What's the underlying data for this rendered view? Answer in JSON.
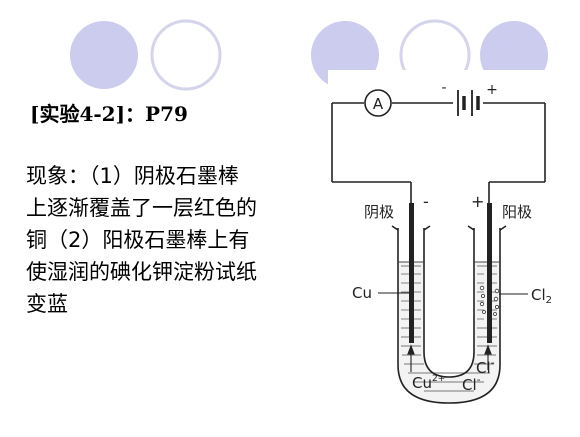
{
  "slide": {
    "heading": "[实验4-2]：P79",
    "observation": "现象：（1）阴极石墨棒\n上逐渐覆盖了一层红色的\n铜（2）阳极石墨棒上有\n使湿润的碘化钾淀粉试纸\n变蓝"
  },
  "diagram": {
    "ammeter": "A",
    "battery_minus": "-",
    "battery_plus": "+",
    "cathode_label": "阴极",
    "cathode_sign": "-",
    "anode_label": "阳极",
    "anode_sign": "+",
    "copper_label": "Cu",
    "chlorine_label": "Cl",
    "chlorine_subscript": "2",
    "copper_ion": "Cu",
    "copper_ion_charge": "2+",
    "chloride_ion_1": "Cl",
    "chloride_ion_2": "Cl",
    "chloride_charge": "-"
  },
  "colors": {
    "circle_fill": "#ccccee",
    "circle_outline": "#d4d4ec"
  }
}
